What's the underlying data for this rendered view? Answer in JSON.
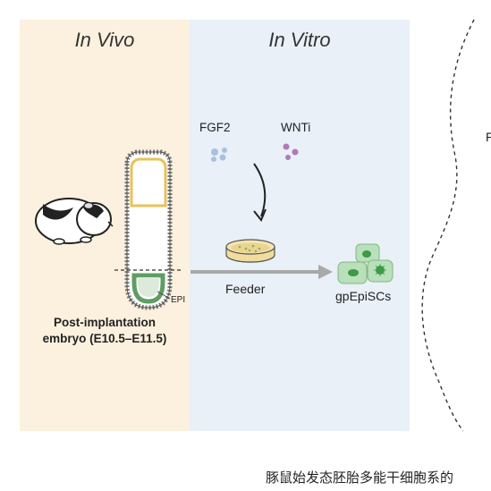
{
  "headings": {
    "in_vivo": "In Vivo",
    "in_vitro": "In Vitro"
  },
  "factors": {
    "fgf2": "FGF2",
    "wnti": "WNTi"
  },
  "labels": {
    "epi": "EPI",
    "embryo_line1": "Post-implantation",
    "embryo_line2": "embryo (E10.5–E11.5)",
    "feeder": "Feeder",
    "cells": "gpEpiSCs",
    "cut_letter": "F"
  },
  "footer": "豚鼠始发态胚胎多能干细胞系的",
  "colors": {
    "in_vivo_bg": "#fbf1de",
    "in_vitro_bg": "#e9f0f7",
    "fgf2_dots": "#a9c1dd",
    "wnti_dots": "#b07ab8",
    "epi_green": "#5f9e62",
    "yolk_yellow": "#e8c25a"
  }
}
